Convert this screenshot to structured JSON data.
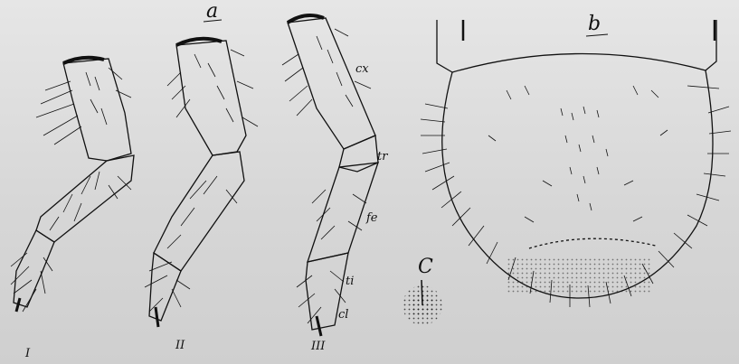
{
  "figure": {
    "panel_labels": {
      "a": "a",
      "b": "b",
      "c": "C"
    },
    "leg_labels": {
      "leg1": "I",
      "leg2": "II",
      "leg3": "III"
    },
    "segment_labels": {
      "coxa": "cx",
      "trochanter": "tr",
      "femur": "fe",
      "tibia": "ti",
      "claw": "cl"
    }
  }
}
